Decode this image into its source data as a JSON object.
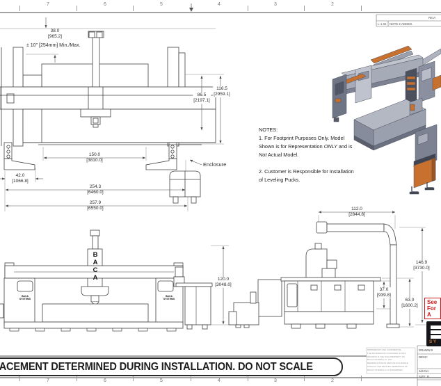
{
  "ruler": {
    "labels": [
      "7",
      "6",
      "5",
      "4",
      "3",
      "2"
    ]
  },
  "revision_block": {
    "header": "REVI",
    "rev": "L-1.02",
    "note": "NOTE 2 ADDED."
  },
  "front_view": {
    "dims": {
      "d38_in": "38.0",
      "d38_mm": "[965.2]",
      "travel": "± 10\" [254mm] Min./Max.",
      "d865_in": "86.5",
      "d865_mm": "[2197.1]",
      "d1165_in": "116.5",
      "d1165_mm": "[2959.1]",
      "d150_in": "150.0",
      "d150_mm": "[3810.0]",
      "d42_in": "42.0",
      "d42_mm": "[1066.8]",
      "d2543_in": "254.3",
      "d2543_mm": "[6460.0]",
      "d2579_in": "257.9",
      "d2579_mm": "[6550.0]"
    },
    "enclosure_label": "Enclosure"
  },
  "notes": {
    "title": "NOTES:",
    "n1_line1": "1.  For Footprint Purposes Only.  Model",
    "n1_line2_pre": "Shown is for Representation ",
    "n1_line2_italic": "ONLY",
    "n1_line2_post": " and is",
    "n1_line3_italic": "Not",
    "n1_line3_post": " Actual Model.",
    "n2_line1": "2.  Customer is Responsible for Installation",
    "n2_line2": "of Leveling Pucks."
  },
  "front_elevation": {
    "column_letters": [
      "B",
      "A",
      "C",
      "A"
    ],
    "panel_line1": "BACA",
    "panel_line2": "SYSTEMS",
    "d120_in": "120.0",
    "d120_mm": "[3048.0]"
  },
  "side_view": {
    "d112_in": "112.0",
    "d112_mm": "[2844.8]",
    "d1469_in": "146.9",
    "d1469_mm": "[3730.0]",
    "d37_in": "37.0",
    "d37_mm": "[939.8]",
    "d63_in": "63.0",
    "d63_mm": "[1600.2]"
  },
  "warning": {
    "line1": "See",
    "line2": "For A"
  },
  "logo": {
    "sub": "SY"
  },
  "title_block": {
    "drawn": "DRAWN B",
    "desc": "DESC:",
    "job": "Job No:",
    "size": "SIZE: B"
  },
  "proprietary": {
    "lines": [
      "PROPRIETARY AND CONFIDENTIAL.",
      "THE INFORMATION CONTAINED IN THIS",
      "DRAWING IS THE SOLE PROPERTY OF",
      "BACA SYSTEMS LLC. ANY",
      "REPRODUCTION IN PART OR AS A WHOLE",
      "WITHOUT THE WRITTEN PERMISSION OF",
      "BACA SYSTEMS LLC IS PROHIBITED."
    ]
  },
  "banner": {
    "text": "LACEMENT DETERMINED DURING INSTALLATION. DO NOT SCALE"
  }
}
